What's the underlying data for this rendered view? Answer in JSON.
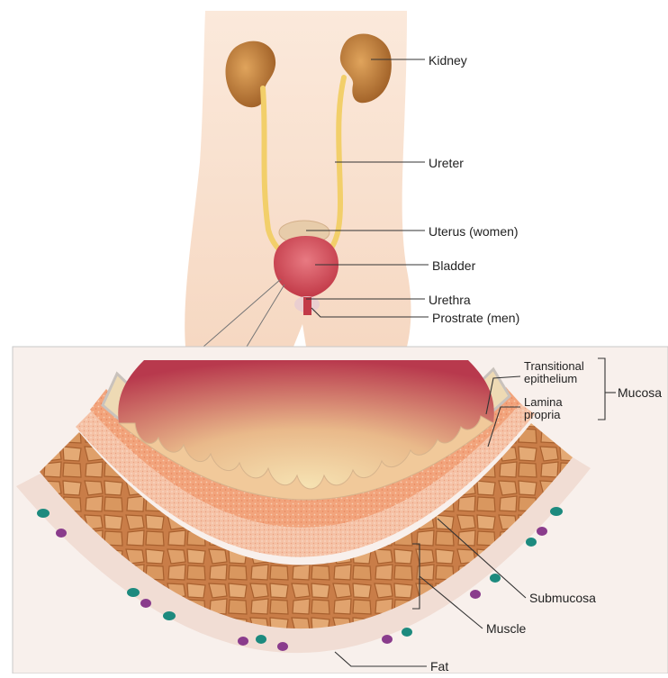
{
  "upper_labels": {
    "kidney": "Kidney",
    "ureter": "Ureter",
    "uterus": "Uterus (women)",
    "bladder": "Bladder",
    "urethra": "Urethra",
    "prostate": "Prostrate (men)"
  },
  "detail_labels": {
    "transitional_epithelium": "Transitional epithelium",
    "lamina_propria": "Lamina propria",
    "mucosa": "Mucosa",
    "submucosa": "Submucosa",
    "muscle": "Muscle",
    "fat": "Fat"
  },
  "colors": {
    "skin": "#f7dcc6",
    "kidney": "#b8742e",
    "ureter": "#f2d070",
    "bladder": "#d9535f",
    "uterus": "#e6c9a4",
    "mucosa_inner": "#c44858",
    "epithelium": "#efdcb6",
    "lamina": "#f0a27d",
    "muscle": "#d9985f",
    "fat": "#f2ddd3",
    "cell_teal": "#1d8a7e",
    "cell_purple": "#8a3c8c",
    "panel_bg": "#f8f0ec"
  }
}
